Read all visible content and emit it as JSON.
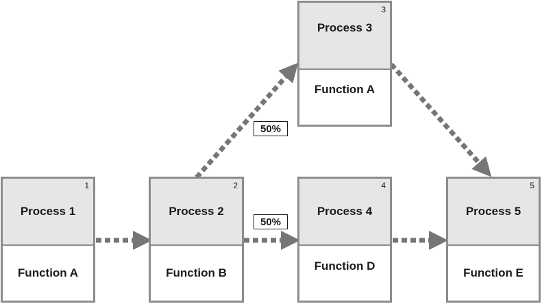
{
  "nodes": [
    {
      "id": "1",
      "number": "1",
      "process": "Process 1",
      "function": "Function A"
    },
    {
      "id": "2",
      "number": "2",
      "process": "Process 2",
      "function": "Function B"
    },
    {
      "id": "3",
      "number": "3",
      "process": "Process 3",
      "function": "Function A"
    },
    {
      "id": "4",
      "number": "4",
      "process": "Process 4",
      "function": "Function D"
    },
    {
      "id": "5",
      "number": "5",
      "process": "Process 5",
      "function": "Function E"
    }
  ],
  "edges": [
    {
      "from": "1",
      "to": "2",
      "label": ""
    },
    {
      "from": "2",
      "to": "3",
      "label": "50%"
    },
    {
      "from": "2",
      "to": "4",
      "label": "50%"
    },
    {
      "from": "3",
      "to": "5",
      "label": ""
    },
    {
      "from": "4",
      "to": "5",
      "label": ""
    }
  ],
  "colors": {
    "border": "#8c8c8c",
    "header_fill": "#e6e6e6",
    "arrow": "#767676",
    "text": "#1a1a1a"
  }
}
